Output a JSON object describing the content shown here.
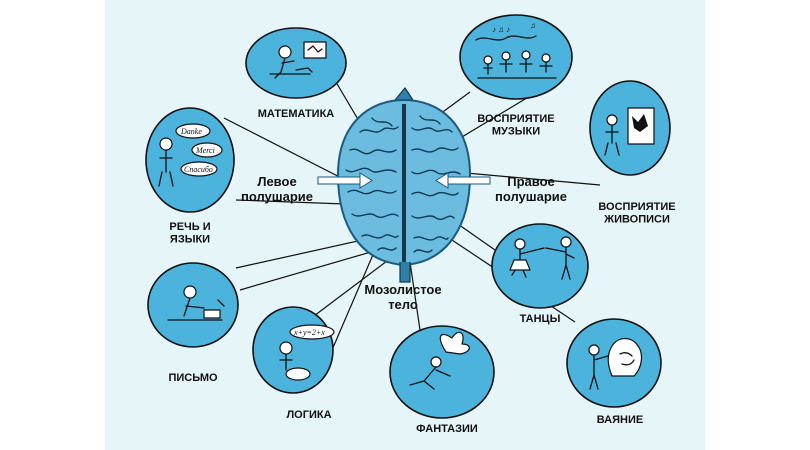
{
  "diagram": {
    "brain": {
      "left_hemisphere": "Левое\nполушарие",
      "right_hemisphere": "Правое\nполушарие",
      "corpus_callosum": "Мозолистое\nтело"
    },
    "functions": {
      "math": "МАТЕМАТИКА",
      "music": "ВОСПРИЯТИЕ\nМУЗЫКИ",
      "painting": "ВОСПРИЯТИЕ\nЖИВОПИСИ",
      "speech": "РЕЧЬ И\nЯЗЫКИ",
      "dance": "ТАНЦЫ",
      "writing": "ПИСЬМО",
      "logic": "ЛОГИКА",
      "fantasy": "ФАНТАЗИИ",
      "sculpture": "ВАЯНИЕ"
    },
    "speech_bubbles": [
      "Danke",
      "Merci",
      "Спасибо"
    ],
    "logic_bubble": "x+y=2+x"
  }
}
